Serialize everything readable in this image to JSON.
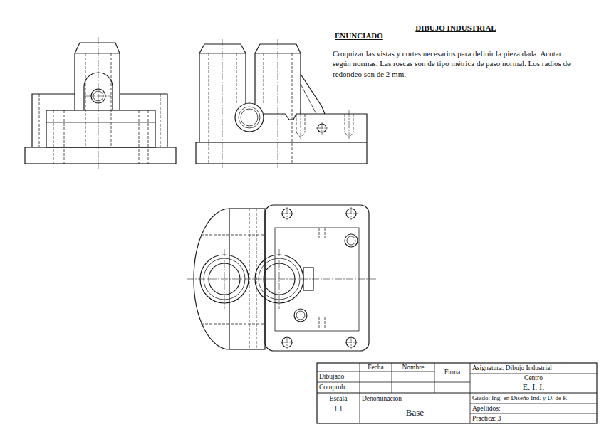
{
  "diagram": {
    "title": "DIBUJO INDUSTRIAL",
    "labels": [
      "ENUNCIADO",
      "Croquizar las vistas y cortes necesarios para definir la pieza dada. Acotar según normas. Las roscas son de tipo métrica de paso normal. Los radios de redondeo son de 2 mm.",
      "Fecha",
      "Nombre",
      "Firma",
      "Asignatura: Dibujo Industrial",
      "Dibujado",
      "Centro",
      "Comprob.",
      "E. I. I.",
      "Escala",
      "1:1",
      "Denominación",
      "Base",
      "Grado: Ing. en Diseño Ind. y D. de P.",
      "Apellidos:",
      "Práctica: 3"
    ]
  }
}
